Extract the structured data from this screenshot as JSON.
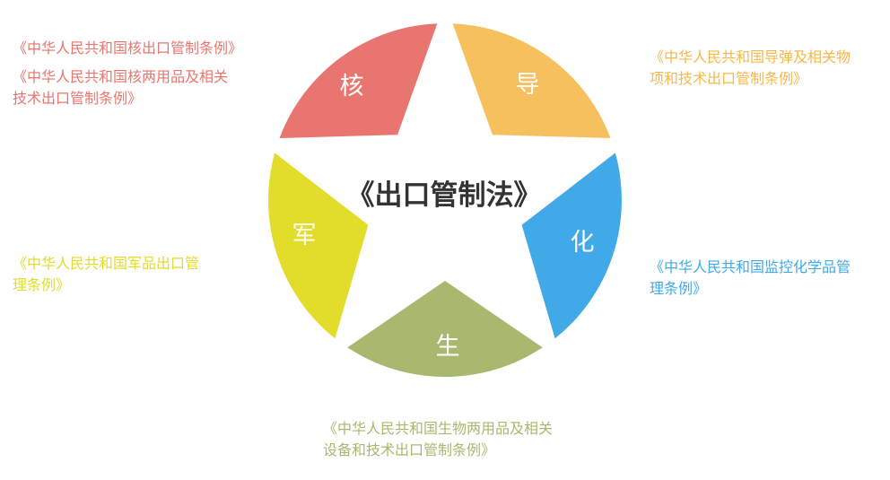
{
  "center": {
    "title": "《出口管制法》"
  },
  "sectors": [
    {
      "id": "nuclear",
      "label": "核",
      "color": "#E8756F"
    },
    {
      "id": "missile",
      "label": "导",
      "color": "#F6C05E"
    },
    {
      "id": "chemical",
      "label": "化",
      "color": "#41A9E8"
    },
    {
      "id": "biological",
      "label": "生",
      "color": "#A8B86E"
    },
    {
      "id": "military",
      "label": "军",
      "color": "#E2DC2A"
    }
  ],
  "regulations": {
    "nuclear": {
      "color": "#E8756F",
      "lines": [
        "《中华人民共和国核出口管制条例》",
        "《中华人民共和国核两用品及相关",
        "技术出口管制条例》"
      ]
    },
    "missile": {
      "color": "#F6B84A",
      "lines": [
        "《中华人民共和国导弹及相关物",
        "项和技术出口管制条例》"
      ]
    },
    "chemical": {
      "color": "#41A9E8",
      "lines": [
        "《中华人民共和国监控化学品管",
        "理条例》"
      ]
    },
    "biological": {
      "color": "#A8B86E",
      "lines": [
        "《中华人民共和国生物两用品及相关",
        "设备和技术出口管制条例》"
      ]
    },
    "military": {
      "color": "#E2DC2A",
      "lines": [
        "《中华人民共和国军品出口管",
        "理条例》"
      ]
    }
  }
}
